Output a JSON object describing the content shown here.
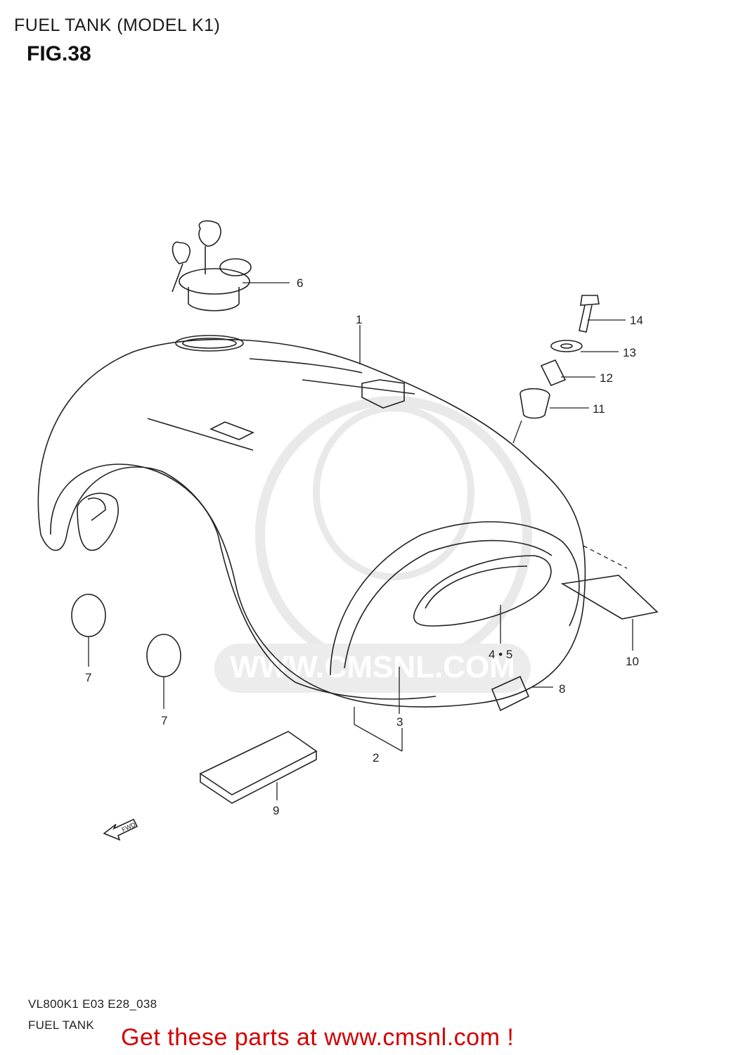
{
  "header": {
    "title": "FUEL TANK (MODEL K1)",
    "figure": "FIG.38"
  },
  "diagram": {
    "callouts": {
      "c1": "1",
      "c2": "2",
      "c3": "3",
      "c45": "4 • 5",
      "c6": "6",
      "c7a": "7",
      "c7b": "7",
      "c8": "8",
      "c9": "9",
      "c10": "10",
      "c11": "11",
      "c12": "12",
      "c13": "13",
      "c14": "14"
    },
    "watermark": "WWW.CMSNL.COM",
    "direction_label": "FWD"
  },
  "footer": {
    "code": "VL800K1 E03 E28_038",
    "name": "FUEL TANK",
    "cta": "Get these parts at www.cmsnl.com !",
    "cta_color": "#d40000"
  }
}
